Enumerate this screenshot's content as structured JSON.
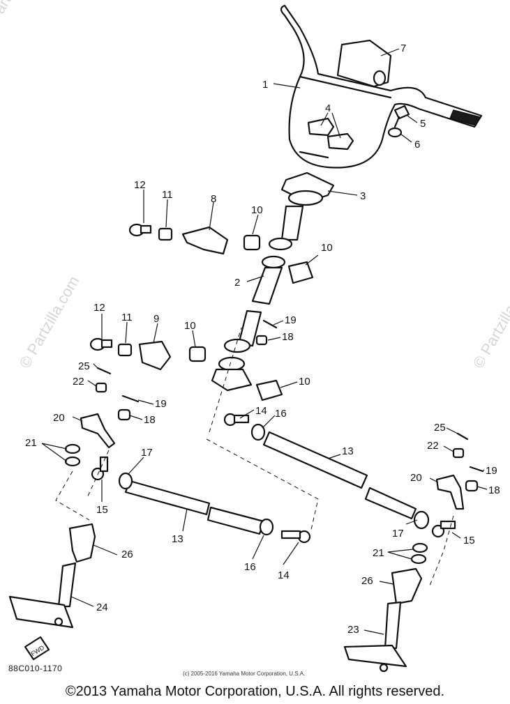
{
  "watermark": "© Partzilla.com",
  "diagram_code": "88C010-1170",
  "small_copyright": "(c) 2005-2016 Yamaha Motor Corporation, U.S.A.",
  "copyright": "©2013 Yamaha Motor Corporation, U.S.A. All rights reserved.",
  "fwd_label": "FWD",
  "callouts": {
    "handlebar": "1",
    "column_upper": "2",
    "column_holder": "3",
    "upper_holders": "4",
    "bolt_top": "5",
    "washer_top": "6",
    "pad": "7",
    "bracket_upper": "8",
    "bracket_lower": "9",
    "collar_upper_left": "10",
    "collar_upper_right": "10",
    "collar_mid_left": "10",
    "collar_mid_right": "10",
    "nut_upper": "11",
    "nut_lower": "11",
    "bolt_upper": "12",
    "bolt_lower": "12",
    "rod_left": "13",
    "rod_right": "13",
    "end_center": "14",
    "end_left_bottom": "14",
    "end_left_top": "15",
    "end_right": "15",
    "locknut_left": "16",
    "locknut_center": "16",
    "locknut_left_top": "17",
    "locknut_right": "17",
    "nut_18_left": "18",
    "nut_18_right": "18",
    "nut_18_center": "18",
    "pin_19_left": "19",
    "pin_19_right": "19",
    "pin_19_center": "19",
    "arm_20_left": "20",
    "arm_20_right": "20",
    "washers_21_left": "21",
    "washers_21_right": "21",
    "nut_22_left": "22",
    "nut_22_right": "22",
    "knuckle_right": "23",
    "knuckle_left": "24",
    "pin_25_left": "25",
    "pin_25_right": "25",
    "boot_left": "26",
    "boot_right": "26"
  }
}
